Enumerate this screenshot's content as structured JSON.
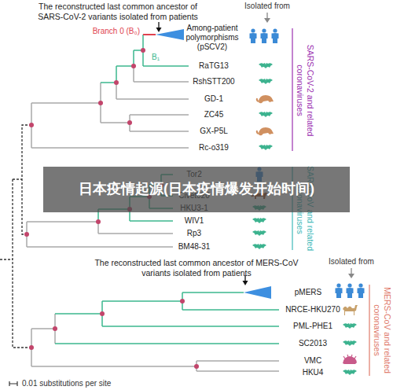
{
  "diagram": {
    "nodes": [
      {
        "text": [
          "日本疫情起源(日本疫情爆发开始时间)"
        ]
      }
    ],
    "edges": [],
    "labels": [
      "The reconstructed last common ancestor of SARS-CoV-2 variants isolated from patients",
      "Isolated from",
      "Branch 0 (B₀)",
      "Among-patient polymorphisms (pSCV2)",
      "B₁",
      "RaTG13",
      "RshSTT200",
      "GD-1",
      "ZC45",
      "GX-P5L",
      "Rc-o319",
      "SARS-CoV-2 and related coronaviruses",
      "Tor2",
      "Civet020",
      "HKU3-1",
      "WIV1",
      "Rp3",
      "BM48-31",
      "SARS-CoV and related coronaviruses",
      "The reconstructed last common ancestor of MERS-CoV variants isolated from patients",
      "Isolated from",
      "pMERS",
      "NRCE-HKU270",
      "PML-PHE1",
      "SC2013",
      "VMC",
      "HKU4",
      "MERS-CoV and related coronaviruses",
      "0.01 substitutions per site"
    ]
  }
}
